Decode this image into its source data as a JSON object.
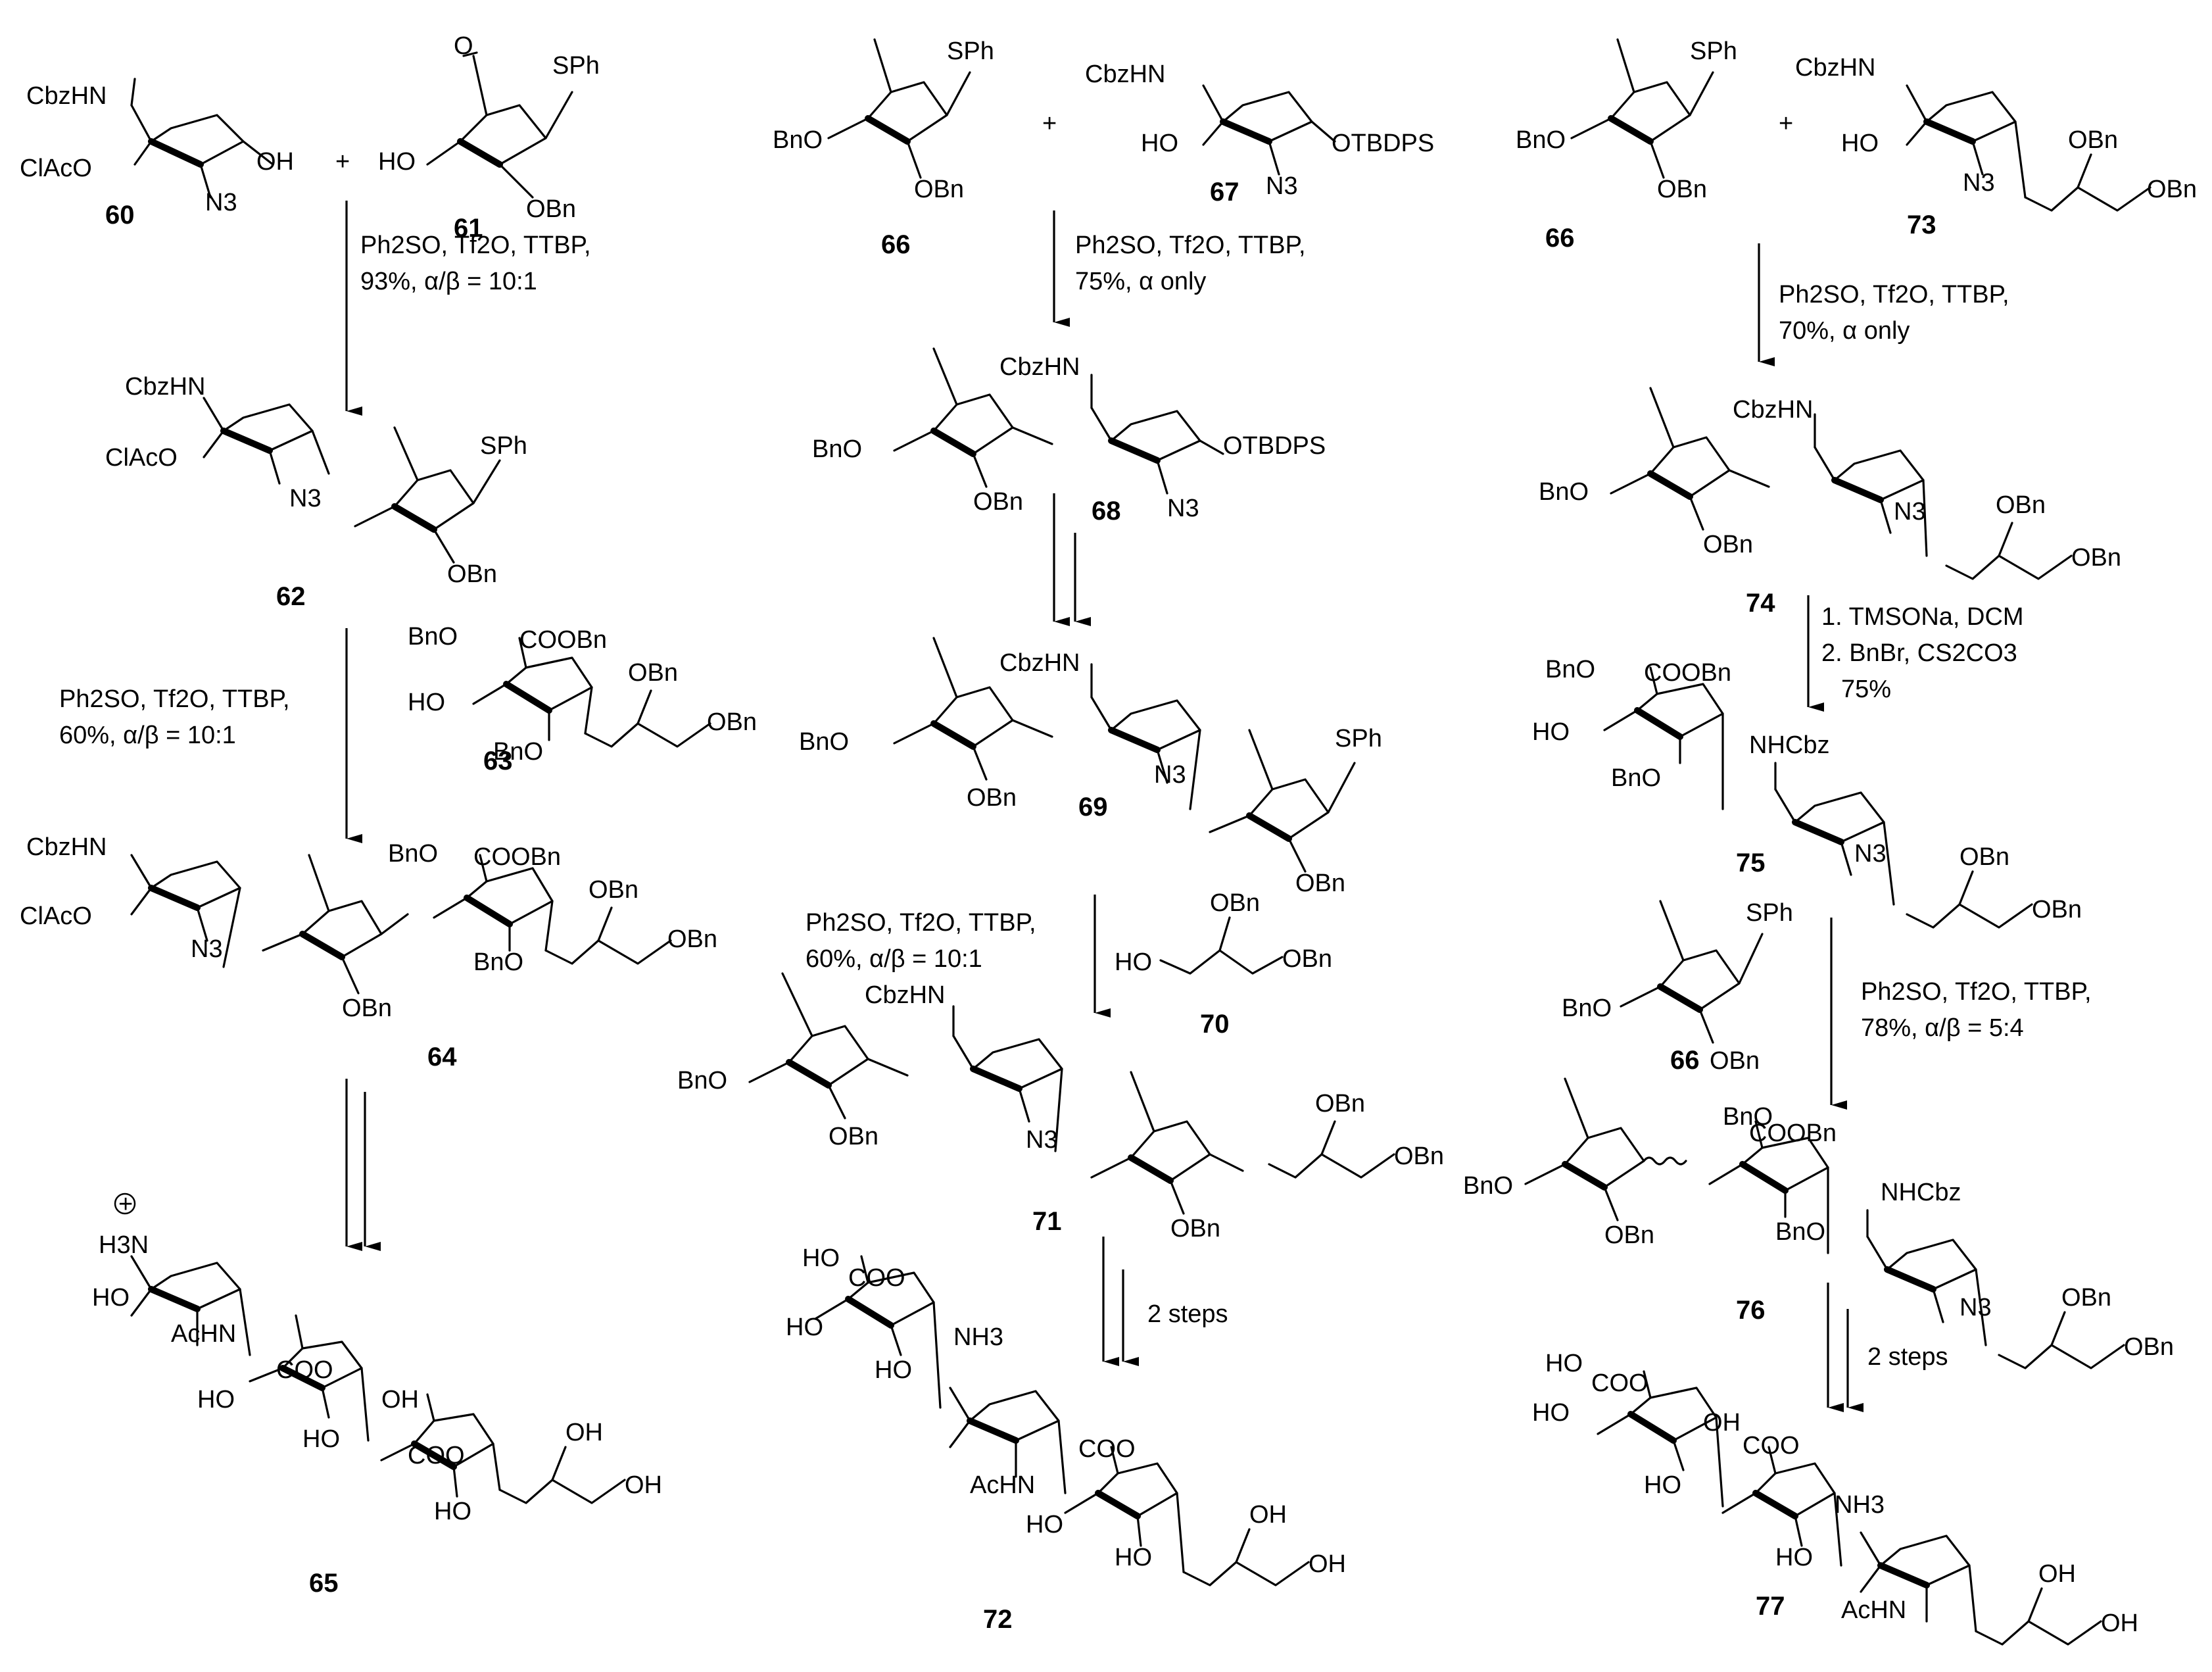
{
  "compounds": [
    {
      "id": "60",
      "labels": [
        "CbzHN",
        "ClAcO",
        "OH",
        "N3"
      ]
    },
    {
      "id": "61",
      "labels": [
        "HO",
        "SPh",
        "OBn",
        "O"
      ]
    },
    {
      "id": "62",
      "labels": [
        "CbzHN",
        "ClAcO",
        "N3",
        "SPh",
        "OBn"
      ]
    },
    {
      "id": "63",
      "labels": [
        "BnO",
        "COOBn",
        "HO",
        "BnO",
        "OBn",
        "OBn"
      ]
    },
    {
      "id": "64",
      "labels": [
        "CbzHN",
        "ClAcO",
        "N3",
        "BnO",
        "COOBn",
        "BnO",
        "OBn",
        "OBn",
        "OBn"
      ]
    },
    {
      "id": "65",
      "labels": [
        "H3N",
        "HO",
        "AcHN",
        "COO",
        "HO",
        "HO",
        "OH",
        "COO",
        "HO",
        "OH",
        "OH"
      ]
    },
    {
      "id": "66",
      "labels": [
        "BnO",
        "SPh",
        "OBn"
      ]
    },
    {
      "id": "67",
      "labels": [
        "CbzHN",
        "HO",
        "N3",
        "OTBDPS"
      ]
    },
    {
      "id": "68",
      "labels": [
        "BnO",
        "CbzHN",
        "OBn",
        "N3",
        "OTBDPS"
      ]
    },
    {
      "id": "69",
      "labels": [
        "BnO",
        "CbzHN",
        "OBn",
        "N3",
        "SPh",
        "OBn"
      ]
    },
    {
      "id": "70",
      "labels": [
        "HO",
        "OBn",
        "OBn"
      ]
    },
    {
      "id": "71",
      "labels": [
        "BnO",
        "CbzHN",
        "OBn",
        "N3",
        "OBn",
        "OBn",
        "OBn"
      ]
    },
    {
      "id": "72",
      "labels": [
        "HO",
        "COO",
        "HO",
        "HO",
        "NH3",
        "AcHN",
        "COO",
        "HO",
        "HO",
        "OH",
        "OH"
      ]
    },
    {
      "id": "73",
      "labels": [
        "CbzHN",
        "HO",
        "N3",
        "OBn",
        "OBn"
      ]
    },
    {
      "id": "74",
      "labels": [
        "BnO",
        "CbzHN",
        "OBn",
        "N3",
        "OBn",
        "OBn"
      ]
    },
    {
      "id": "75",
      "labels": [
        "BnO",
        "COOBn",
        "HO",
        "BnO",
        "NHCbz",
        "N3",
        "OBn",
        "OBn"
      ]
    },
    {
      "id": "76",
      "labels": [
        "BnO",
        "BnO",
        "COOBn",
        "NHCbz",
        "OBn",
        "BnO",
        "N3",
        "OBn",
        "OBn"
      ]
    },
    {
      "id": "77",
      "labels": [
        "HO",
        "COO",
        "HO",
        "HO",
        "OH",
        "COO",
        "NH3",
        "HO",
        "AcHN",
        "OH",
        "OH"
      ]
    }
  ],
  "plus": "+",
  "conditions": {
    "c1": [
      "Ph2SO, Tf2O, TTBP,",
      "93%, α/β = 10:1"
    ],
    "c2": [
      "Ph2SO, Tf2O, TTBP,",
      "60%, α/β = 10:1"
    ],
    "c3": [
      "Ph2SO, Tf2O, TTBP,",
      "75%, α only"
    ],
    "c4": [
      "Ph2SO, Tf2O, TTBP,",
      "60%, α/β = 10:1"
    ],
    "c5": "2 steps",
    "c6": [
      "Ph2SO, Tf2O, TTBP,",
      "70%, α only"
    ],
    "c7": [
      "1. TMSONa, DCM",
      "2. BnBr, CS2CO3",
      "75%"
    ],
    "c8": [
      "Ph2SO, Tf2O, TTBP,",
      "78%, α/β = 5:4"
    ],
    "c9": "2 steps"
  }
}
